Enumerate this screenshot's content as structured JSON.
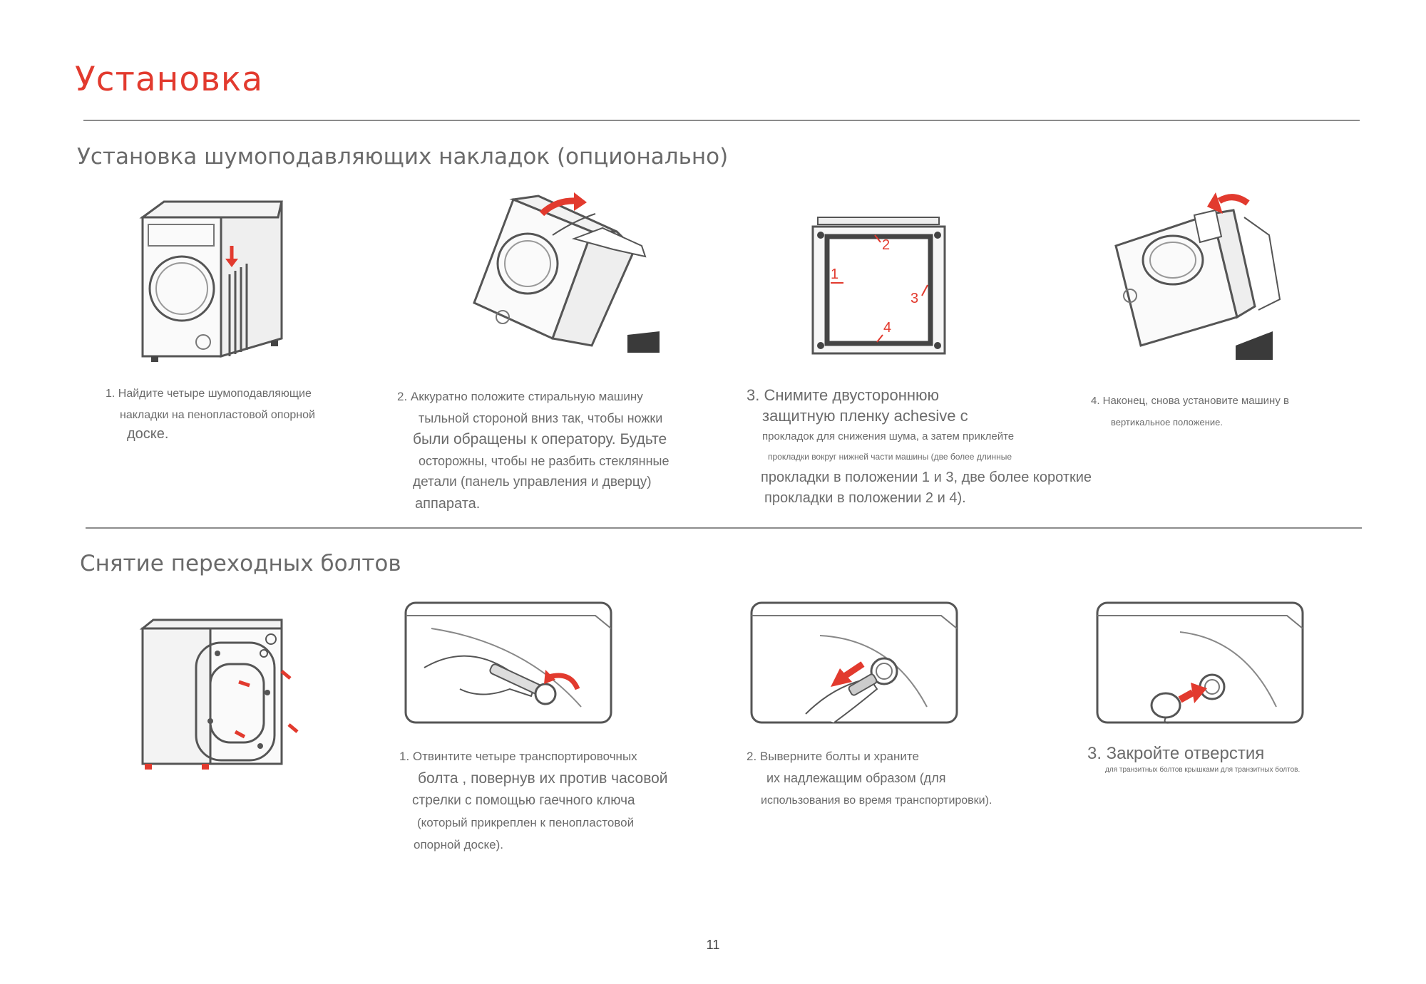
{
  "page": {
    "title": "Установка",
    "number": "11"
  },
  "accent_color": "#e23a2e",
  "section1": {
    "title": "Установка шумоподавляющих накладок (опционально)",
    "steps": [
      {
        "icon": "washer-with-pads-illustration",
        "lines": [
          "1. Найдите четыре шумоподавляющие",
          "накладки на пенопластовой опорной",
          "доске."
        ]
      },
      {
        "icon": "tilt-washer-back-illustration",
        "lines": [
          "2. Аккуратно положите стиральную машину",
          "тыльной стороной вниз так, чтобы ножки",
          "были обращены к оператору. Будьте",
          "осторожны, чтобы не разбить стеклянные",
          "детали (панель управления и дверцу)",
          "аппарата."
        ]
      },
      {
        "icon": "pad-positions-diagram",
        "labels": [
          "1",
          "2",
          "3",
          "4"
        ],
        "lines": [
          "3. Снимите двустороннюю",
          "защитную пленку achesive с",
          "прокладок для снижения шума, а затем приклейте",
          "прокладки вокруг нижней части машины (две более длинные",
          "прокладки в положении 1 и 3, две более короткие",
          "прокладки в положении 2 и 4)."
        ]
      },
      {
        "icon": "upright-washer-illustration",
        "lines": [
          "4. Наконец, снова установите машину в",
          "вертикальное положение."
        ]
      }
    ]
  },
  "section2": {
    "title": "Снятие переходных болтов",
    "steps": [
      {
        "icon": "washer-back-bolts-illustration",
        "lines": []
      },
      {
        "icon": "wrench-unscrew-illustration",
        "lines": [
          "1. Отвинтите четыре транспортировочных",
          "болта , повернув их против часовой",
          "стрелки с помощью гаечного ключа",
          "(который прикреплен к пенопластовой",
          "опорной доске)."
        ]
      },
      {
        "icon": "remove-bolt-illustration",
        "lines": [
          "2. Выверните болты и храните",
          "их надлежащим образом (для",
          "использования во время транспортировки)."
        ]
      },
      {
        "icon": "cap-hole-illustration",
        "lines": [
          "3. Закройте отверстия",
          "для транзитных болтов крышками для транзитных болтов."
        ]
      }
    ]
  }
}
